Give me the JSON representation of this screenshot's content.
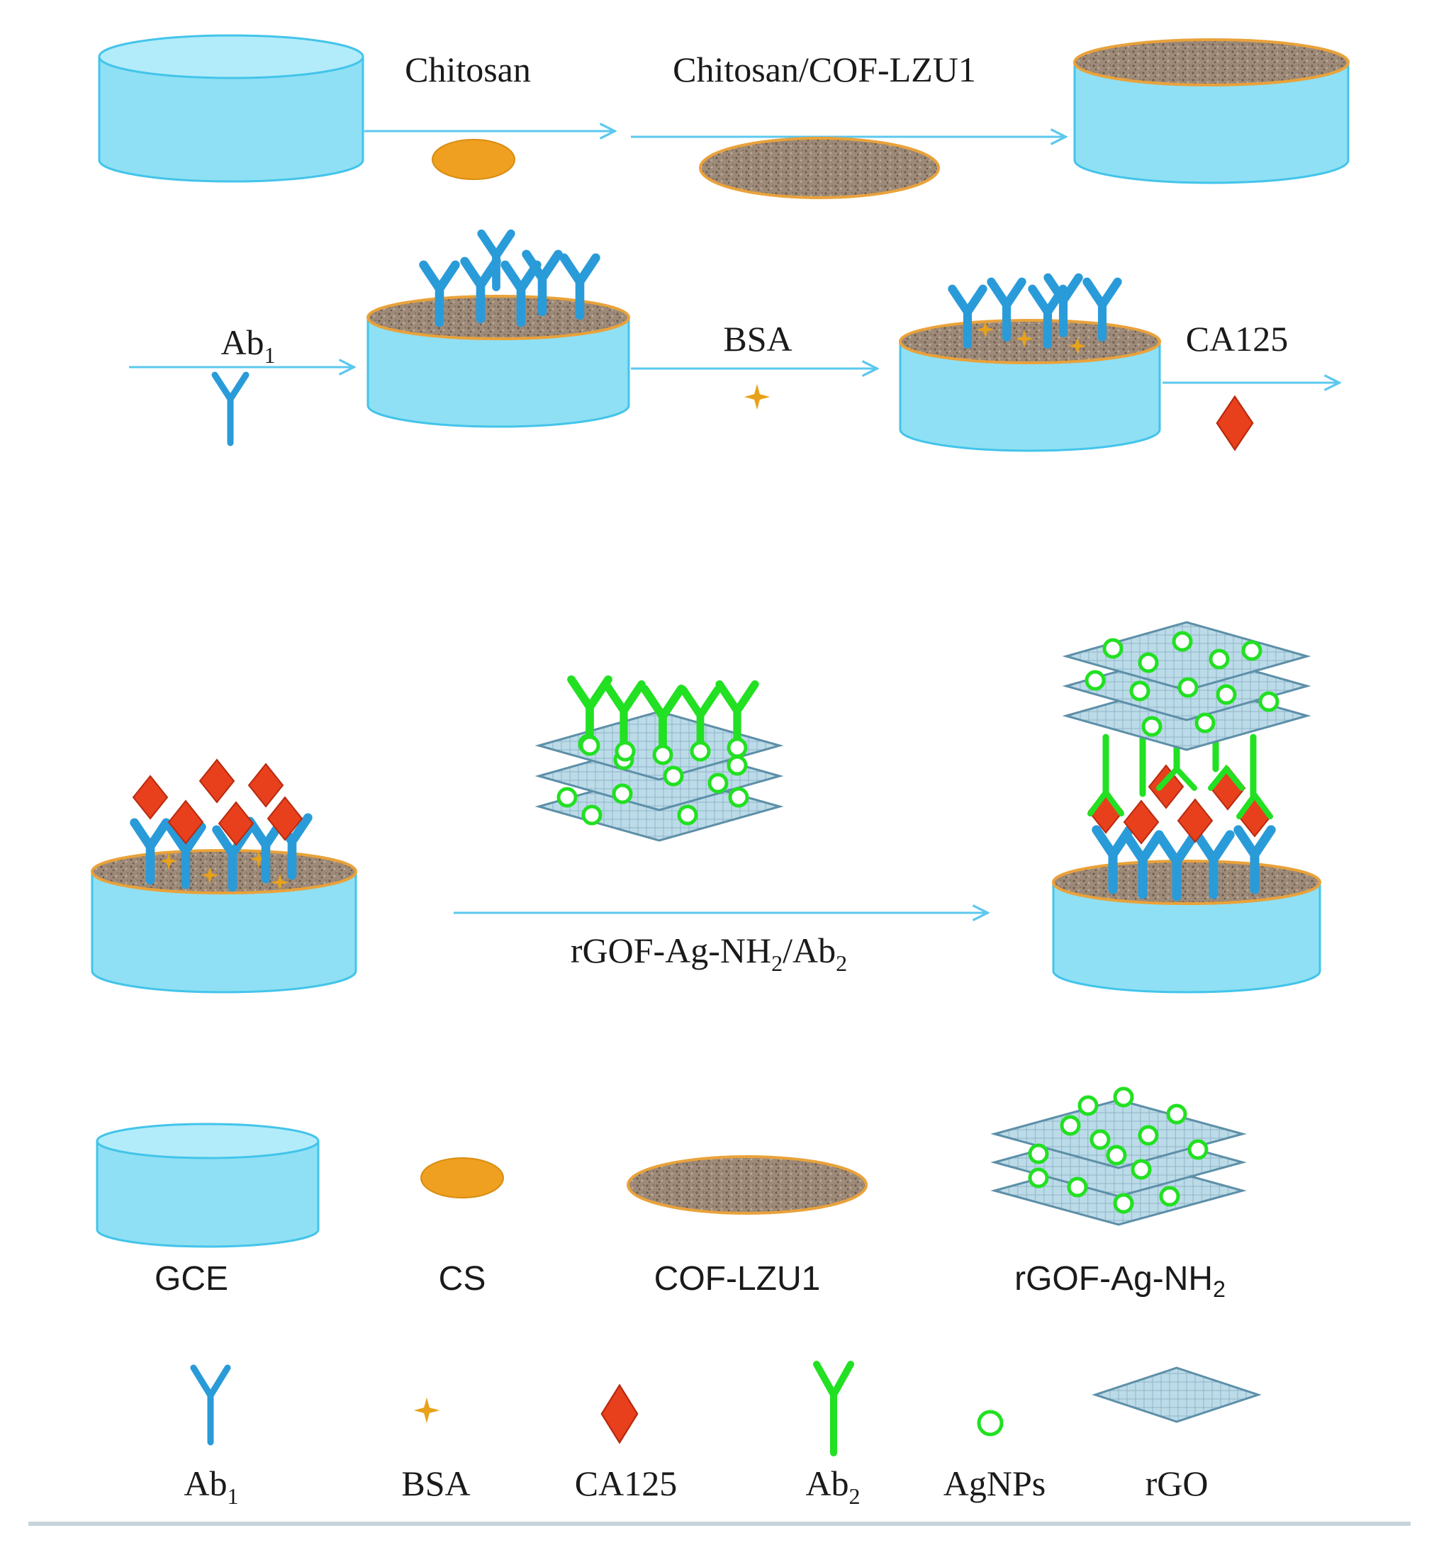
{
  "colors": {
    "electrode_fill": "#8fe0f4",
    "electrode_stroke": "#43c4ea",
    "arrow": "#5cc8ee",
    "chitosan": "#f0a020",
    "cof_fill": "#9e8a78",
    "cof_rim": "#e9a23a",
    "ab1": "#2a9bd9",
    "ab2": "#22e022",
    "bsa": "#e8a21a",
    "ca125": "#e8401c",
    "ca125_stroke": "#b82a10",
    "rgo_fill": "#b8d8e6",
    "rgo_stroke": "#5d8fa8",
    "agnp": "#22e022"
  },
  "scheme": {
    "step1": {
      "label_chitosan": "Chitosan",
      "label_chitosan_cof": "Chitosan/COF-LZU1"
    },
    "step2": {
      "label_ab1_main": "Ab",
      "label_ab1_sub": "1",
      "label_bsa": "BSA",
      "label_ca125": "CA125"
    },
    "step3": {
      "label_main_a": "rGOF-Ag-NH",
      "label_sub_a": "2",
      "label_main_b": "/Ab",
      "label_sub_b": "2"
    }
  },
  "legend": {
    "row1": [
      {
        "name": "GCE"
      },
      {
        "name": "CS"
      },
      {
        "name": "COF-LZU1"
      },
      {
        "name": "rGOF-Ag-NH",
        "sub": "2"
      }
    ],
    "row2": [
      {
        "name": "Ab",
        "sub": "1"
      },
      {
        "name": "BSA"
      },
      {
        "name": "CA125"
      },
      {
        "name": "Ab",
        "sub": "2"
      },
      {
        "name": "AgNPs"
      },
      {
        "name": "rGO"
      }
    ]
  }
}
